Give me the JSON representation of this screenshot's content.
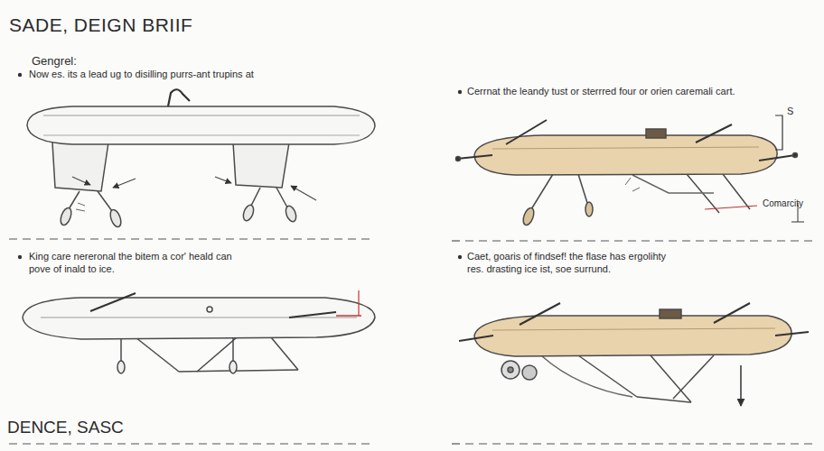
{
  "diagram": {
    "title": "SADE, DEIGN BRIIF",
    "labels": [
      "Gengrel:",
      "Now es. its a lead ug to disilling purrs-ant trupins at",
      "Cerrnat the leandy tust or sterrred four or orien caremali cart.",
      "King care nereronal the bitem a cor' heald can pove of inald to ice.",
      "Caet, goaris of findsef! the flase has ergolihty res. drasting ice ist, soe surrund.",
      "S",
      "Comarcity",
      "DENCE, SASC"
    ]
  }
}
